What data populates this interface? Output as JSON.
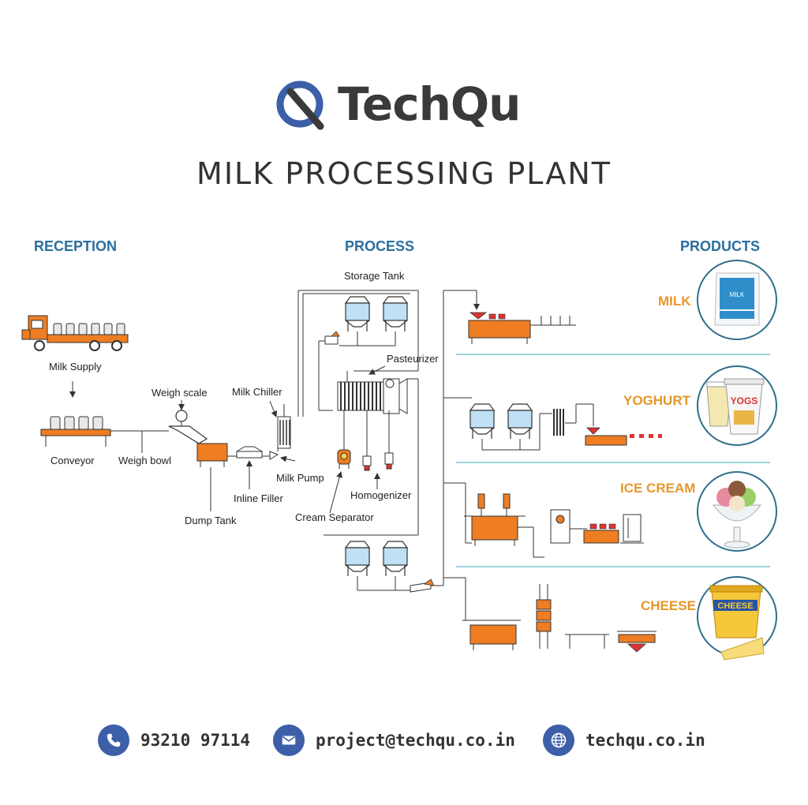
{
  "brand": {
    "name": "TechQu"
  },
  "title": "MILK PROCESSING PLANT",
  "sections": {
    "reception": "RECEPTION",
    "process": "PROCESS",
    "products": "PRODUCTS"
  },
  "labels": {
    "milk_supply": "Milk Supply",
    "conveyor": "Conveyor",
    "weigh_bowl": "Weigh bowl",
    "weigh_scale": "Weigh scale",
    "dump_tank": "Dump Tank",
    "inline_filler": "Inline Filler",
    "milk_pump": "Milk Pump",
    "milk_chiller": "Milk Chiller",
    "storage_tank": "Storage Tank",
    "pasteurizer": "Pasteurizer",
    "cream_separator": "Cream Separator",
    "homogenizer": "Homogenizer"
  },
  "products": [
    {
      "name": "MILK",
      "image_text": "MILK"
    },
    {
      "name": "YOGHURT",
      "image_text": "YOGS"
    },
    {
      "name": "ICE CREAM",
      "image_text": ""
    },
    {
      "name": "CHEESE",
      "image_text": "CHEESE"
    }
  ],
  "contact": {
    "phone": "93210 97114",
    "email": "project@techqu.co.in",
    "website": "techqu.co.in"
  },
  "colors": {
    "orange": "#ef7d22",
    "tank_blue": "#bfe0f5",
    "brand_blue": "#3c5fa8",
    "section_blue": "#2b6f9e",
    "product_orange": "#e8962a"
  },
  "icons": [
    "logo-q-icon",
    "truck-icon",
    "phone-icon",
    "mail-icon",
    "globe-icon"
  ]
}
